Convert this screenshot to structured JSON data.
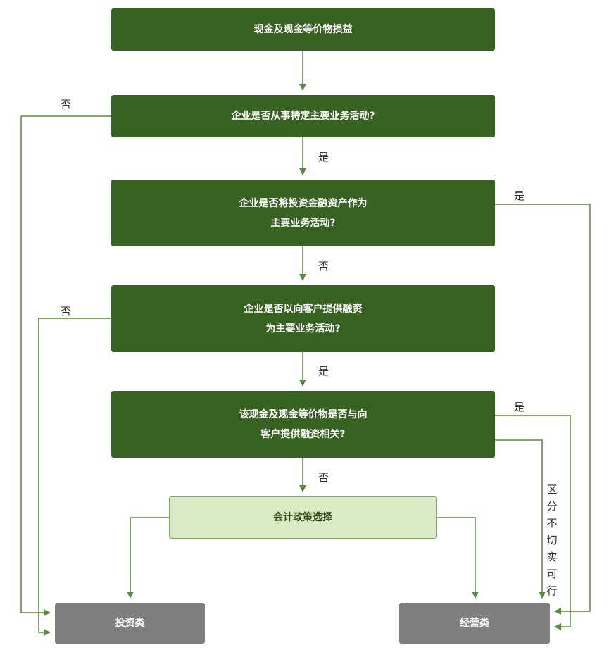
{
  "nodes": {
    "start": [
      "现金及现金等价物损益"
    ],
    "q1": [
      "企业是否从事特定主要业务活动?"
    ],
    "q2": [
      "企业是否将投资金融资产作为",
      "主要业务活动?"
    ],
    "q3": [
      "企业是否以向客户提供融资",
      "为主要业务活动?"
    ],
    "q4": [
      "该现金及现金等价物是否与向",
      "客户提供融资相关?"
    ],
    "policy": [
      "会计政策选择"
    ],
    "invest": [
      "投资类"
    ],
    "operate": [
      "经营类"
    ]
  },
  "edge_labels": {
    "yes": "是",
    "no": "否",
    "indistinct": [
      "区",
      "分",
      "不",
      "切",
      "实",
      "可",
      "行"
    ]
  },
  "colors": {
    "decision": "#386222",
    "policy_fill": "#d8ebc5",
    "outcome": "#7f7f7f",
    "connector": "#5a8a3c"
  }
}
